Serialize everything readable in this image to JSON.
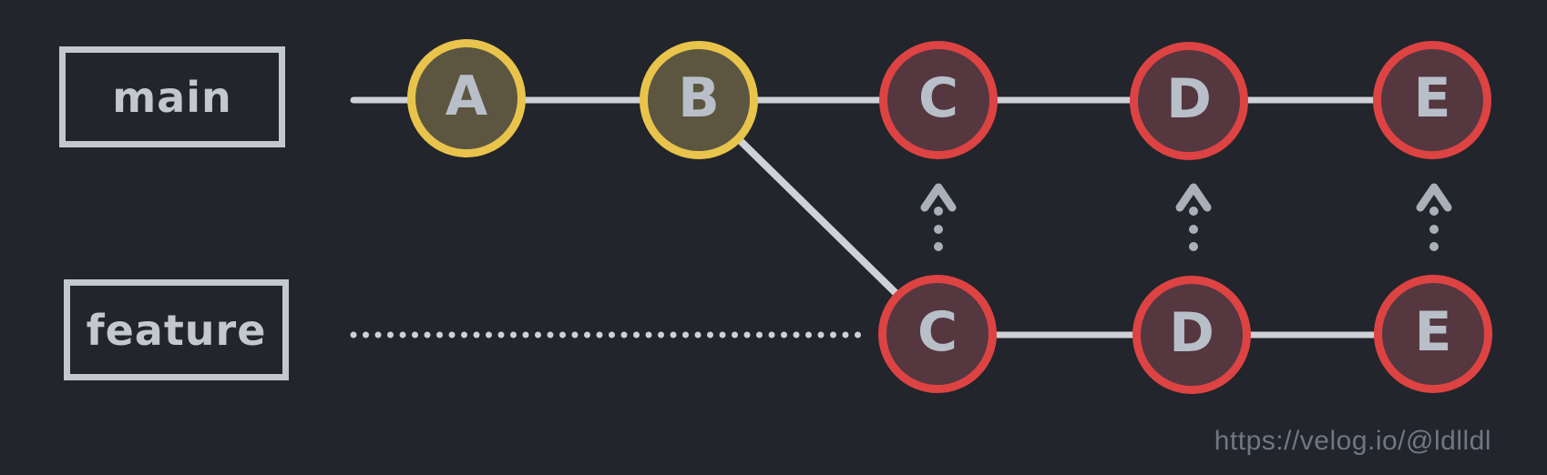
{
  "diagram": {
    "title_hint": "git rebase diagram: feature commits C, D, E replayed onto main",
    "branches": {
      "main": {
        "label": "main"
      },
      "feature": {
        "label": "feature"
      }
    },
    "commits": {
      "main": [
        {
          "label": "A",
          "style": "original"
        },
        {
          "label": "B",
          "style": "original"
        },
        {
          "label": "C",
          "style": "rebased"
        },
        {
          "label": "D",
          "style": "rebased"
        },
        {
          "label": "E",
          "style": "rebased"
        }
      ],
      "feature": [
        {
          "label": "C",
          "style": "rebased"
        },
        {
          "label": "D",
          "style": "rebased"
        },
        {
          "label": "E",
          "style": "rebased"
        }
      ]
    },
    "colors": {
      "background": "#22252b",
      "line": "#ced2d7",
      "box_border": "#c3c8ce",
      "commit_letter": "#b8bfc8",
      "yellow_commit_border": "#e9c44c",
      "yellow_commit_fill": "#5c5640",
      "red_commit_border": "#dd4343",
      "red_commit_fill": "#553740",
      "arrow": "#a9b0b8",
      "watermark": "#6e7885"
    }
  },
  "watermark": {
    "text": "https://velog.io/@ldlldl"
  }
}
